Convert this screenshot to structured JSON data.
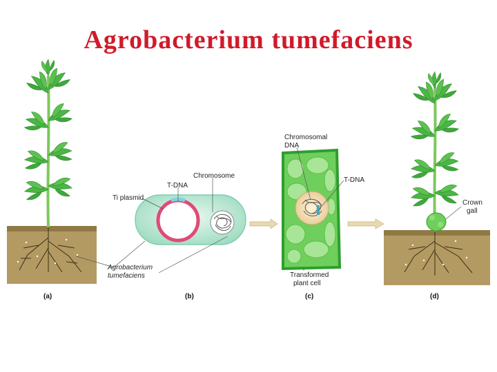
{
  "title": "Agrobacterium tumefaciens",
  "panels": {
    "a": "(a)",
    "b": "(b)",
    "c": "(c)",
    "d": "(d)"
  },
  "labels": {
    "chromosome": "Chromosome",
    "tdna_b": "T-DNA",
    "ti_plasmid": "Ti plasmid",
    "agro_line1": "Agrobacterium",
    "agro_line2": "tumefaciens",
    "chromosomal_line1": "Chromosomal",
    "chromosomal_line2": "DNA",
    "tdna_c": "T-DNA",
    "transformed_line1": "Transformed",
    "transformed_line2": "plant cell",
    "crown_line1": "Crown",
    "crown_line2": "gall"
  },
  "colors": {
    "title": "#d11a2a",
    "soil": "#b39a62",
    "leaf": "#4bb545",
    "stem": "#7cc85a",
    "cell_wall": "#3cb83c",
    "bacterium": "#bfe9d8",
    "plasmid": "#e04a78",
    "arrow": "#e9d9b0"
  }
}
